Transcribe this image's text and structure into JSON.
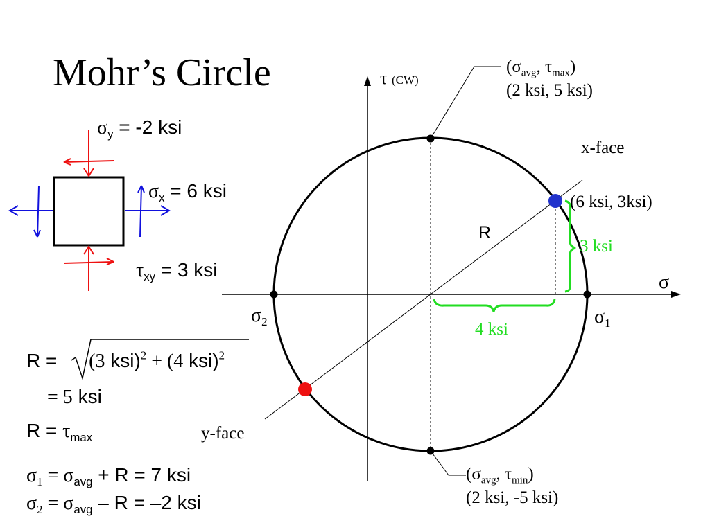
{
  "title": "Mohr’s Circle",
  "element_labels": {
    "sigma_y": {
      "symbol": "σ",
      "sub": "y",
      "rest": " = -2 ksi"
    },
    "sigma_x": {
      "symbol": "σ",
      "sub": "x",
      "rest": " = 6 ksi"
    },
    "tau_xy": {
      "symbol": "τ",
      "sub": "xy",
      "rest": " = 3 ksi"
    }
  },
  "equations": {
    "R_line1": {
      "lhs": "R =",
      "a": "(3",
      "unit_a": " ksi)",
      "exp_a": "2",
      "plus": " + (4",
      "unit_b": " ksi)",
      "exp_b": "2"
    },
    "R_line2": {
      "eq": "= 5",
      "unit": " ksi"
    },
    "R_tau": {
      "lhs": "R = ",
      "symbol": "τ",
      "sub": "max"
    },
    "sigma1": {
      "symbol": "σ",
      "sub": "1",
      "eq": " = σ",
      "sub2": "avg",
      "rest": " + R = 7 ksi"
    },
    "sigma2": {
      "symbol": "σ",
      "sub": "2",
      "eq": " = σ",
      "sub2": "avg",
      "rest": " – R = –2 ksi"
    }
  },
  "axes": {
    "tau": {
      "symbol": "τ",
      "note": "(CW)"
    },
    "sigma": {
      "symbol": "σ"
    }
  },
  "circle_labels": {
    "top_point": {
      "line1_pre": "(σ",
      "line1_sub1": "avg",
      "line1_mid": ", τ",
      "line1_sub2": "max",
      "line1_post": ")",
      "line2": "(2 ksi, 5 ksi)"
    },
    "bottom_point": {
      "line1_pre": "(σ",
      "line1_sub1": "avg",
      "line1_mid": ", τ",
      "line1_sub2": "min",
      "line1_post": ")",
      "line2": "(2 ksi, -5 ksi)"
    },
    "x_face": "x-face",
    "y_face": "y-face",
    "x_point": "(6 ksi, 3ksi)",
    "radius": "R",
    "vertical_leg": "3 ksi",
    "horizontal_leg": "4 ksi",
    "sigma1": {
      "symbol": "σ",
      "sub": "1"
    },
    "sigma2": {
      "symbol": "σ",
      "sub": "2"
    }
  },
  "colors": {
    "compression_arrows": "#ee1111",
    "tension_arrows": "#1111dd",
    "x_face_point": "#2233cc",
    "y_face_point": "#ee1111",
    "leg_braces": "#22dd22"
  }
}
